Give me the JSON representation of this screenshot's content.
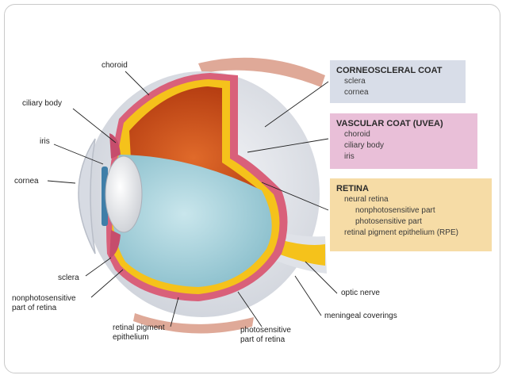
{
  "labels": {
    "choroid": "choroid",
    "ciliary_body": "ciliary body",
    "iris": "iris",
    "cornea": "cornea",
    "sclera": "sclera",
    "nonphoto_line1": "nonphotosensitive",
    "nonphoto_line2": "part of retina",
    "rpe_line1": "retinal pigment",
    "rpe_line2": "epithelium",
    "photo_line1": "photosensitive",
    "photo_line2": "part of retina",
    "optic_nerve": "optic nerve",
    "meningeal": "meningeal coverings"
  },
  "boxes": {
    "corneoscleral": {
      "title": "CORNEOSCLERAL COAT",
      "items": [
        "sclera",
        "cornea"
      ]
    },
    "vascular": {
      "title": "VASCULAR COAT (UVEA)",
      "items": [
        "choroid",
        "ciliary body",
        "iris"
      ]
    },
    "retina": {
      "title": "RETINA",
      "item1": "neural retina",
      "sub1": "nonphotosensitive part",
      "sub2": "photosensitive part",
      "item2": "retinal pigment epithelium (RPE)"
    }
  },
  "colors": {
    "corneoscleral_box": "#d8dde8",
    "vascular_box": "#e9bfd8",
    "retina_box": "#f6dca6",
    "sclera": "#dfe2e8",
    "choroid": "#d9607a",
    "retina": "#f5c21b",
    "vitreous": "#a9d3dc",
    "upper_chamber": "#d2561c"
  }
}
